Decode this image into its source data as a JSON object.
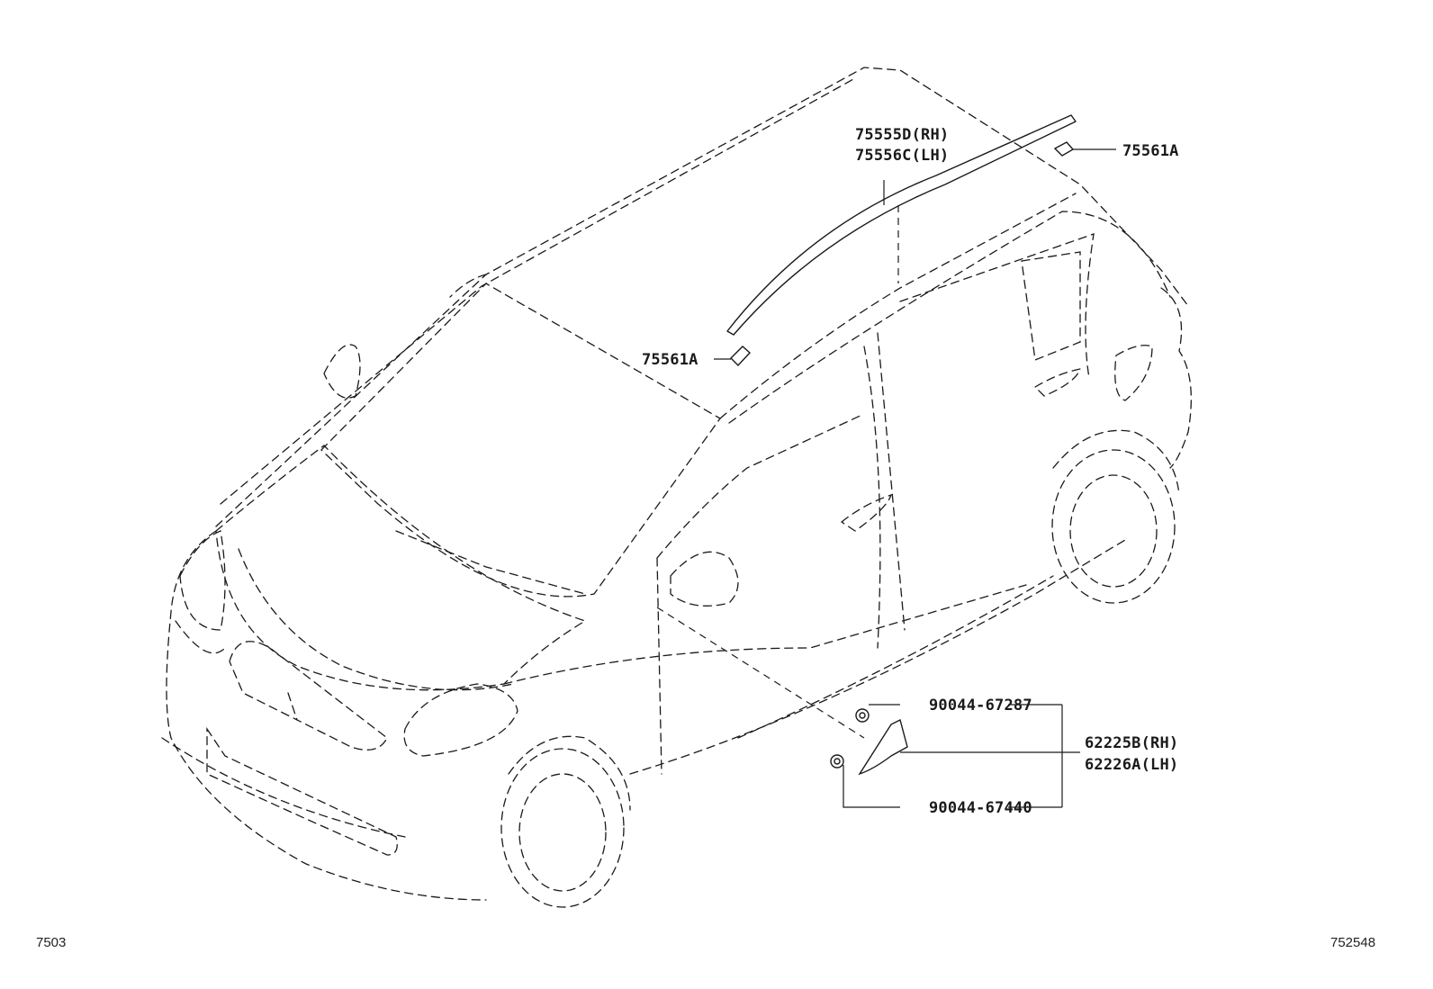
{
  "labels": {
    "molding_rh": "75555D(RH)",
    "molding_lh": "75556C(LH)",
    "clip_rear": "75561A",
    "clip_front": "75561A",
    "screw_upper": "90044-67287",
    "screw_lower": "90044-67440",
    "garnish_rh": "62225B(RH)",
    "garnish_lh": "62226A(LH)"
  },
  "footer": {
    "left_code": "7503",
    "right_code": "752548"
  }
}
